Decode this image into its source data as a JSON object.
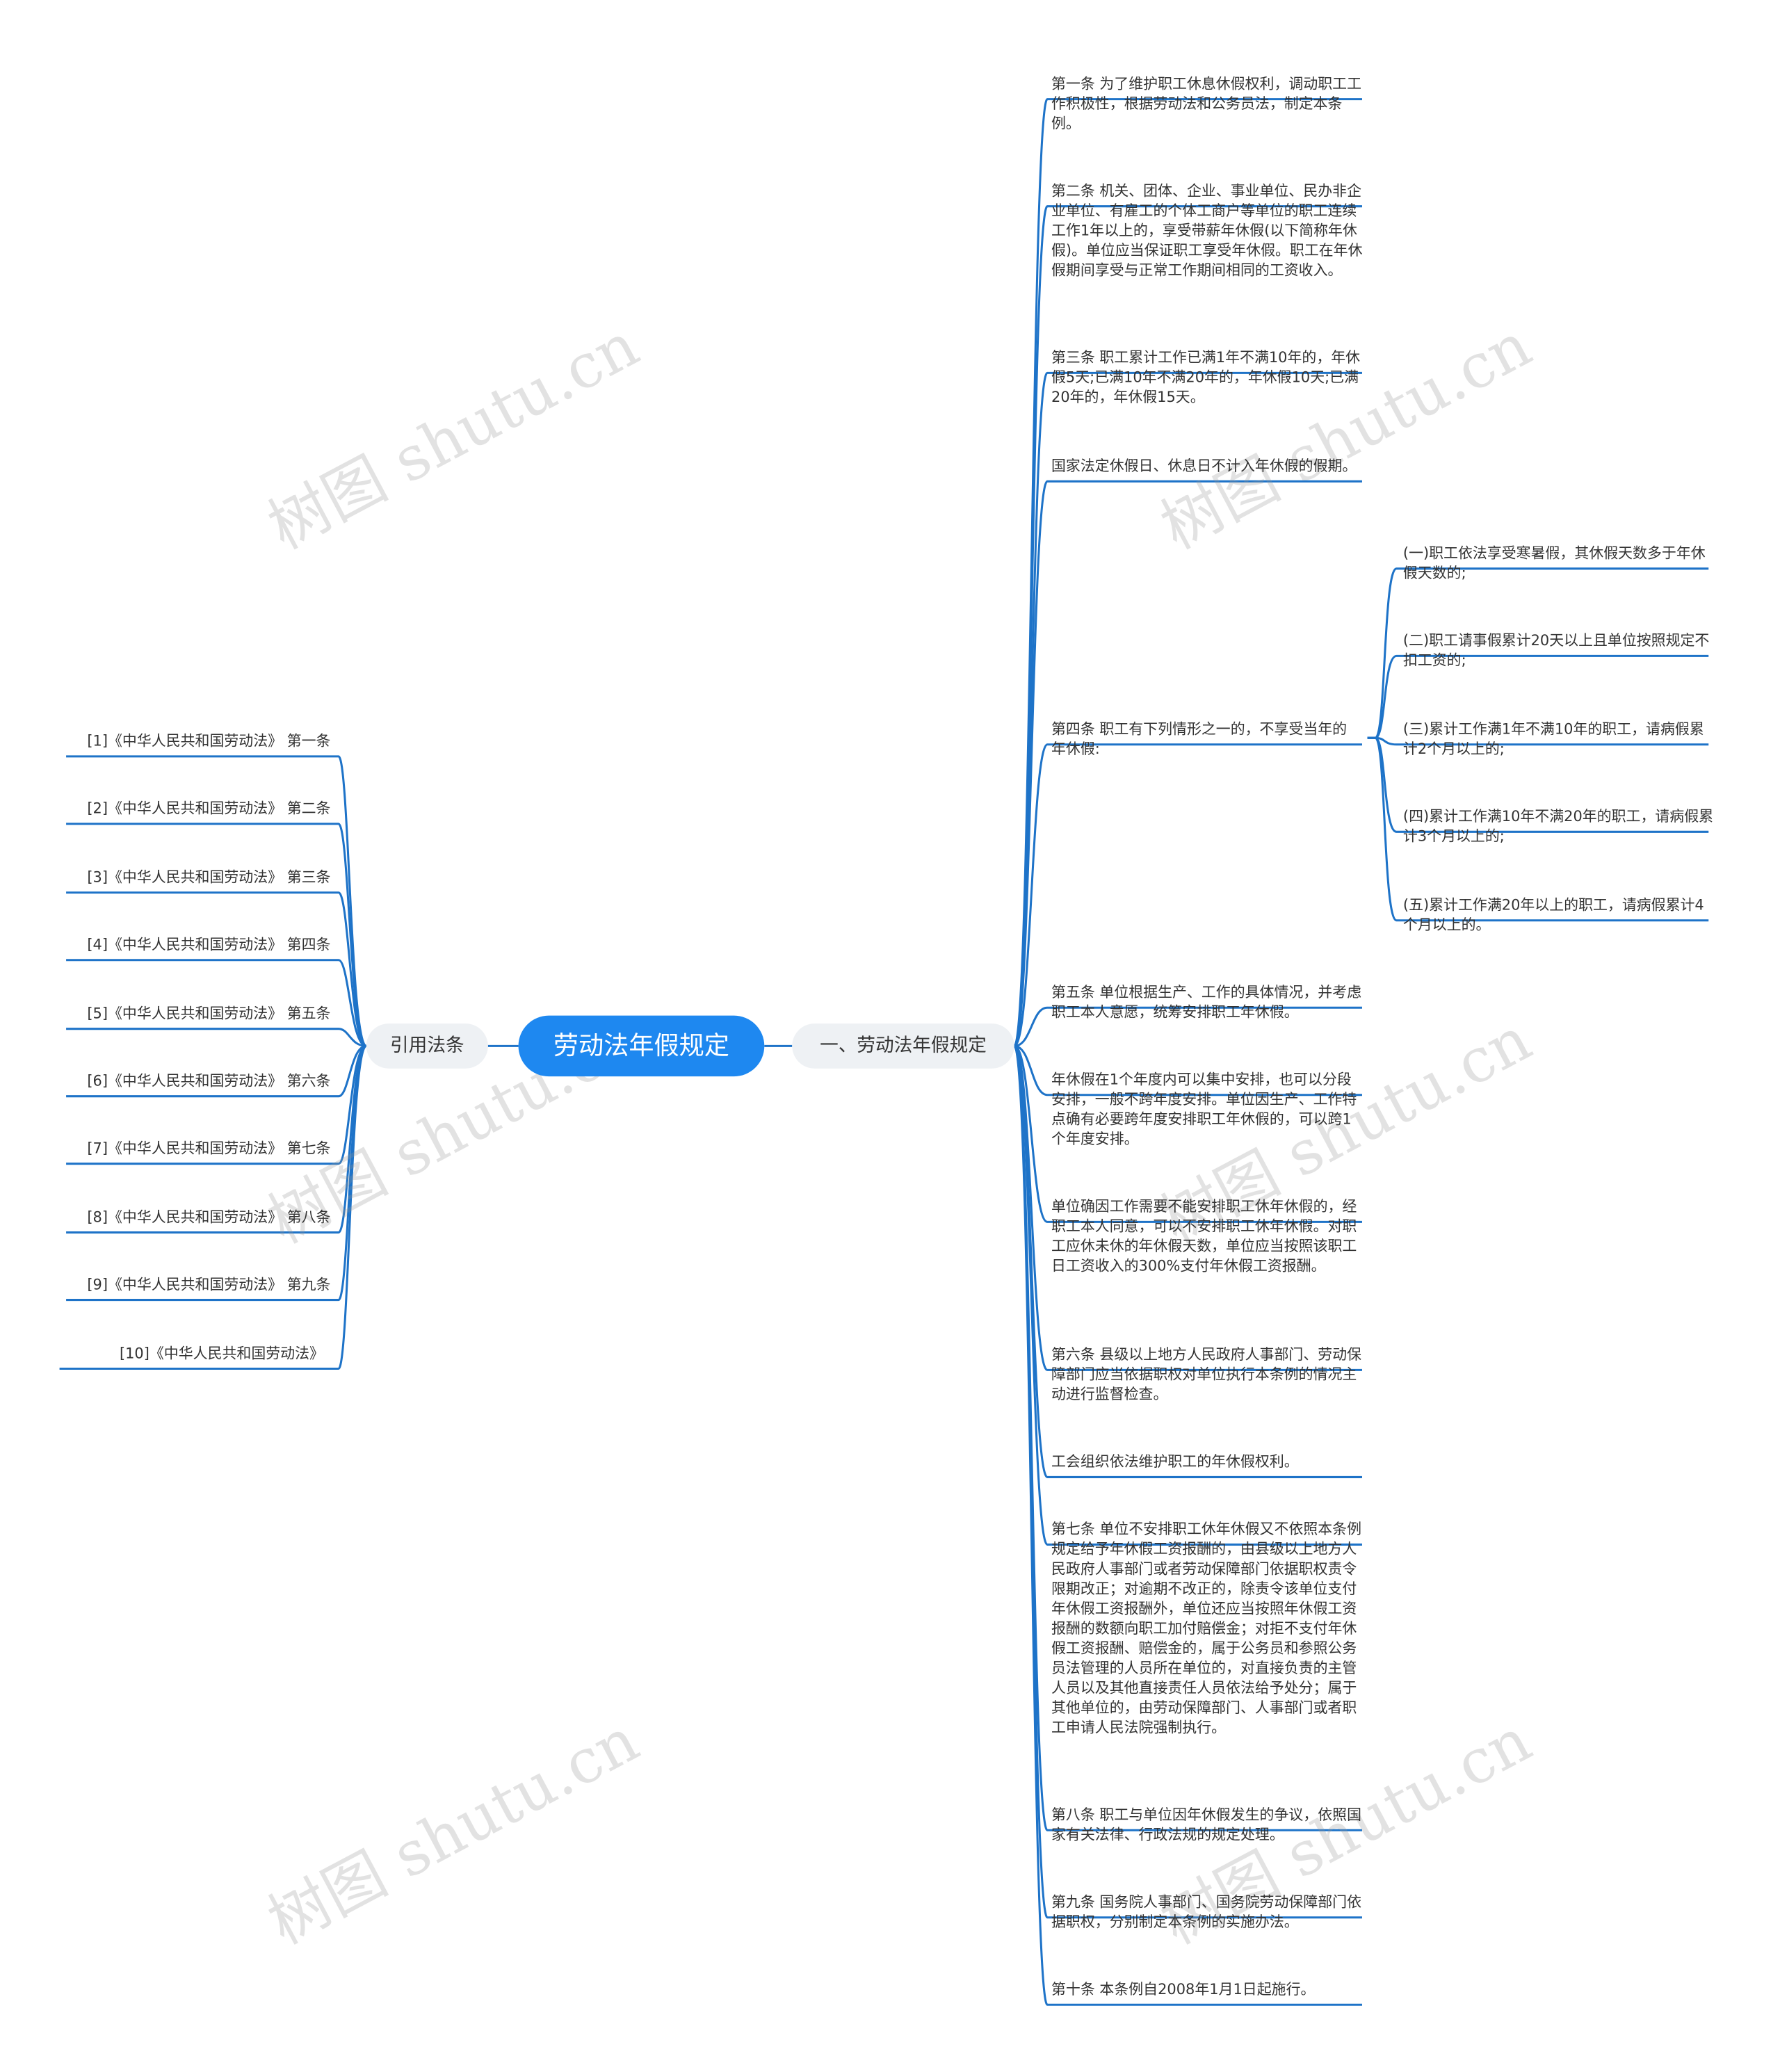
{
  "central": "劳动法年假规定",
  "left_branch": {
    "label": "引用法条",
    "refs": [
      "[1]《中华人民共和国劳动法》 第一条",
      "[2]《中华人民共和国劳动法》 第二条",
      "[3]《中华人民共和国劳动法》 第三条",
      "[4]《中华人民共和国劳动法》 第四条",
      "[5]《中华人民共和国劳动法》 第五条",
      "[6]《中华人民共和国劳动法》 第六条",
      "[7]《中华人民共和国劳动法》 第七条",
      "[8]《中华人民共和国劳动法》 第八条",
      "[9]《中华人民共和国劳动法》 第九条",
      "[10]《中华人民共和国劳动法》"
    ]
  },
  "right_branch": {
    "label": "一、劳动法年假规定",
    "items": [
      "第一条 为了维护职工休息休假权利，调动职工工作积极性，根据劳动法和公务员法，制定本条例。",
      "第二条 机关、团体、企业、事业单位、民办非企业单位、有雇工的个体工商户等单位的职工连续工作1年以上的，享受带薪年休假(以下简称年休假)。单位应当保证职工享受年休假。职工在年休假期间享受与正常工作期间相同的工资收入。",
      "第三条 职工累计工作已满1年不满10年的，年休假5天;已满10年不满20年的，年休假10天;已满20年的，年休假15天。",
      "国家法定休假日、休息日不计入年休假的假期。",
      "第四条 职工有下列情形之一的，不享受当年的年休假:",
      "第五条 单位根据生产、工作的具体情况，并考虑职工本人意愿，统筹安排职工年休假。",
      "年休假在1个年度内可以集中安排，也可以分段安排，一般不跨年度安排。单位因生产、工作特点确有必要跨年度安排职工年休假的，可以跨1个年度安排。",
      "单位确因工作需要不能安排职工休年休假的，经职工本人同意，可以不安排职工休年休假。对职工应休未休的年休假天数，单位应当按照该职工日工资收入的300%支付年休假工资报酬。",
      "第六条 县级以上地方人民政府人事部门、劳动保障部门应当依据职权对单位执行本条例的情况主动进行监督检查。",
      "工会组织依法维护职工的年休假权利。",
      "第七条 单位不安排职工休年休假又不依照本条例规定给予年休假工资报酬的，由县级以上地方人民政府人事部门或者劳动保障部门依据职权责令限期改正；对逾期不改正的，除责令该单位支付年休假工资报酬外，单位还应当按照年休假工资报酬的数额向职工加付赔偿金；对拒不支付年休假工资报酬、赔偿金的，属于公务员和参照公务员法管理的人员所在单位的，对直接负责的主管人员以及其他直接责任人员依法给予处分；属于其他单位的，由劳动保障部门、人事部门或者职工申请人民法院强制执行。",
      "第八条 职工与单位因年休假发生的争议，依照国家有关法律、行政法规的规定处理。",
      "第九条 国务院人事部门、国务院劳动保障部门依据职权，分别制定本条例的实施办法。",
      "第十条 本条例自2008年1月1日起施行。"
    ],
    "sub_items": [
      "(一)职工依法享受寒暑假，其休假天数多于年休假天数的;",
      "(二)职工请事假累计20天以上且单位按照规定不扣工资的;",
      "(三)累计工作满1年不满10年的职工，请病假累计2个月以上的;",
      "(四)累计工作满10年不满20年的职工，请病假累计3个月以上的;",
      "(五)累计工作满20年以上的职工，请病假累计4个月以上的。"
    ]
  },
  "watermark": "树图 shutu.cn",
  "colors": {
    "line": "#1e73c8",
    "central_bg": "#1e88f0",
    "pill_bg": "#eef1f4"
  }
}
